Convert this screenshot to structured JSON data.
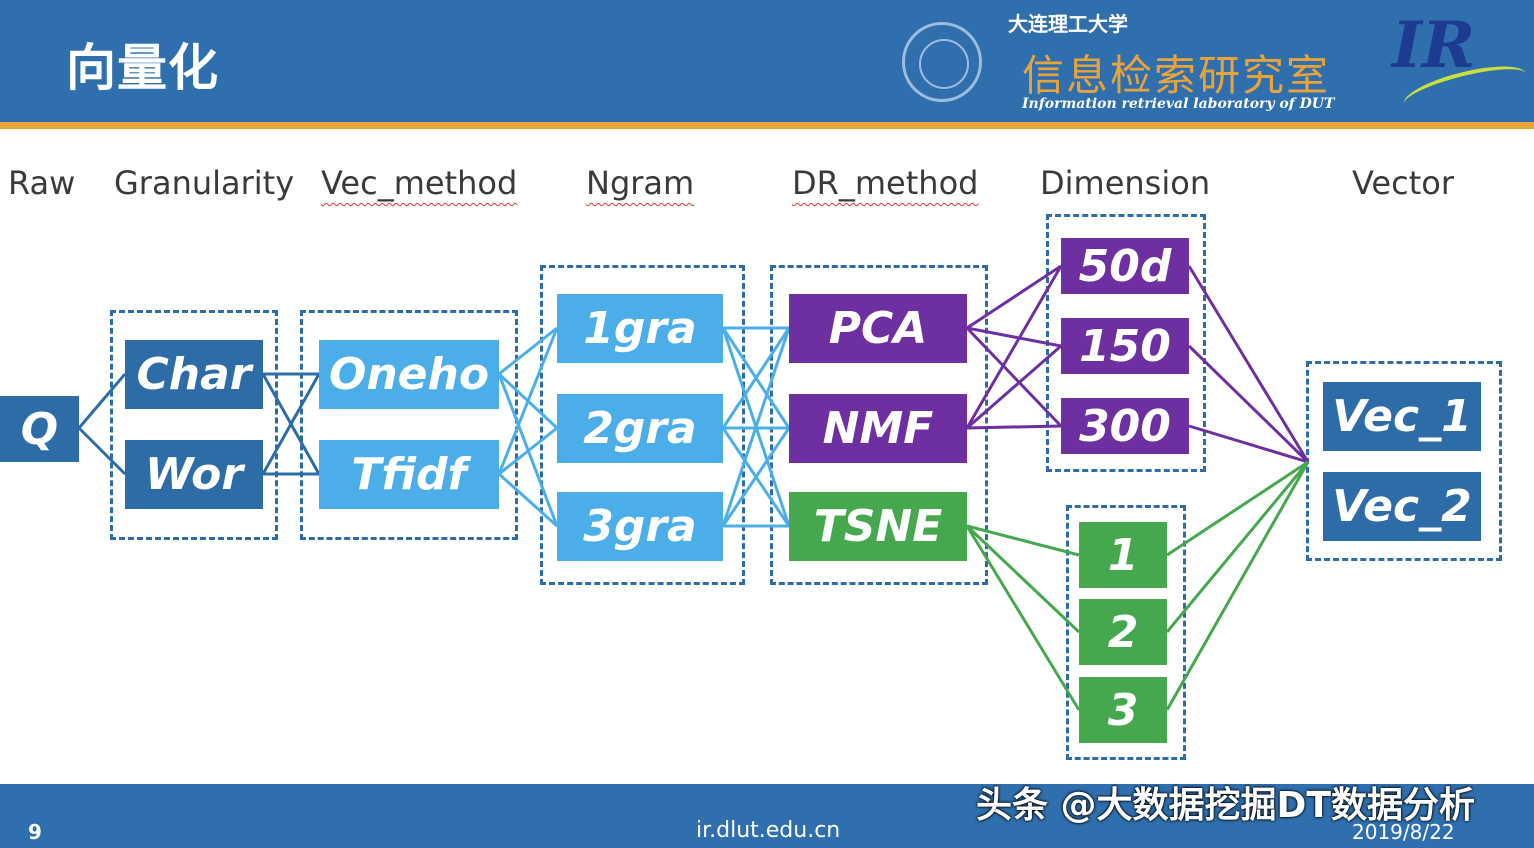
{
  "header": {
    "title": "向量化",
    "lab_cn_small": "大连理工大学",
    "lab_cn": "信息检索研究室",
    "lab_en": "Information retrieval laboratory of DUT",
    "logo_text": "IR"
  },
  "columns": {
    "raw": "Raw",
    "granularity": "Granularity",
    "vec_method": "Vec_method",
    "ngram": "Ngram",
    "dr_method": "DR_method",
    "dimension": "Dimension",
    "vector": "Vector"
  },
  "nodes": {
    "q": "Q",
    "char": "Char",
    "word": "Wor",
    "onehot": "Oneho",
    "tfidf": "Tfidf",
    "gram1": "1gra",
    "gram2": "2gra",
    "gram3": "3gra",
    "pca": "PCA",
    "nmf": "NMF",
    "tsne": "TSNE",
    "d50": "50d",
    "d150": "150",
    "d300": "300",
    "t1": "1",
    "t2": "2",
    "t3": "3",
    "vec1": "Vec_1",
    "vec2": "Vec_2"
  },
  "colors": {
    "dark_blue": "#2e6ca8",
    "light_blue": "#4baee8",
    "purple": "#6e2fa0",
    "green": "#45a84f",
    "header": "#2f6fae",
    "accent": "#e8a33a"
  },
  "footer": {
    "page": "9",
    "url": "ir.dlut.edu.cn",
    "date": "2019/8/22",
    "watermark": "头条 @大数据挖掘DT数据分析"
  }
}
